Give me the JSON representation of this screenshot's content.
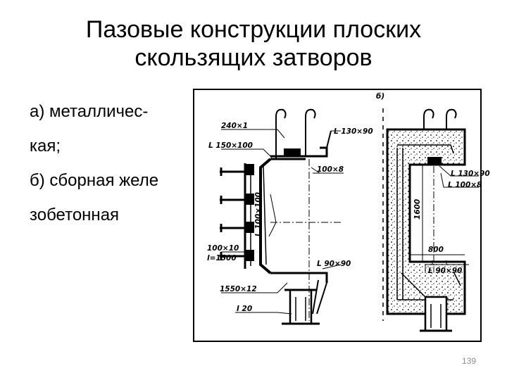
{
  "slide": {
    "title_lines": [
      "Пазовые конструкции плоских",
      "скользящих затворов"
    ],
    "body_lines": [
      "а) металличес-",
      "кая;",
      "б) сборная желе",
      "зобетонная"
    ],
    "page_number": "139"
  },
  "figure": {
    "panel_b_label": "б)",
    "labels": {
      "l240": "240×1",
      "l150": "L 150×100",
      "l130a": "L 130×90",
      "l100_8a": "100×8",
      "l100_100": "L 100×100",
      "l100_10": "100×10",
      "l1500": "l=1500",
      "l90a": "L 90×90",
      "l1550": "1550×12",
      "i20": "I 20",
      "l130b": "L 130×90",
      "l100_8b": "L 100×8",
      "d1600": "1600",
      "d800": "800",
      "l90b": "L 90×90"
    }
  }
}
